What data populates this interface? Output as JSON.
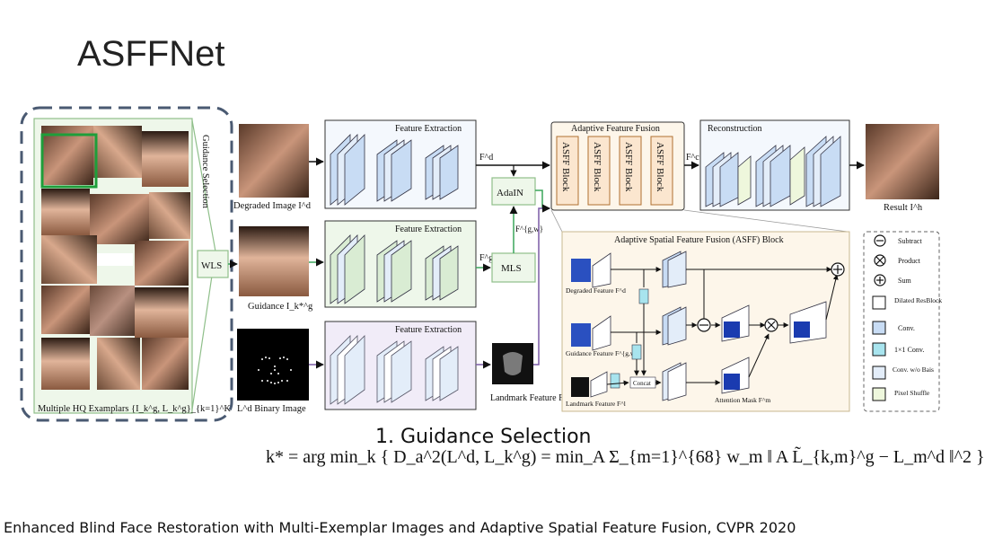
{
  "title": "ASFFNet",
  "exemplars": {
    "caption": "Multiple HQ Examplars {I_k^g, L_k^g}_{k=1}^K",
    "guidance_selection_label": "Guidance Selection",
    "wls_label": "WLS"
  },
  "inputs": {
    "degraded_caption": "Degraded Image I^d",
    "guidance_caption": "Guidance I_k*^g",
    "binary_caption": "L^d Binary Image",
    "landmark_caption": "Landmark Feature F^l"
  },
  "modules": {
    "feature_extraction": "Feature Extraction",
    "adain": "AdaIN",
    "mls": "MLS",
    "adaptive_feature_fusion": "Adaptive Feature Fusion",
    "asff_block": "ASFF Block",
    "reconstruction": "Reconstruction",
    "result_caption": "Result I^h"
  },
  "feature_labels": {
    "fd": "F^d",
    "fg": "F^g",
    "fg_w": "F^{g,w}",
    "fc": "F^c"
  },
  "asff_detail": {
    "title": "Adaptive Spatial Feature Fusion (ASFF) Block",
    "degraded_feature": "Degraded Feature F^d",
    "guidance_feature": "Guidance Feature F^{g,w}",
    "landmark_feature": "Landmark Feature F^l",
    "concat": "Concat",
    "attention_mask": "Attention Mask F^m"
  },
  "legend": [
    {
      "symbol": "⊖",
      "label": "Subtract"
    },
    {
      "symbol": "⊗",
      "label": "Product"
    },
    {
      "symbol": "⊕",
      "label": "Sum"
    },
    {
      "symbol": "cube",
      "label": "Dilated ResBlock"
    },
    {
      "symbol": "cube",
      "label": "Conv."
    },
    {
      "symbol": "cube",
      "label": "1×1 Conv."
    },
    {
      "symbol": "cube",
      "label": "Conv. w/o Bais"
    },
    {
      "symbol": "cube",
      "label": "Pixel Shuffle"
    }
  ],
  "section_heading": "1. Guidance Selection",
  "formula_text": "k* = arg min_k { D_a^2(L^d, L_k^g) = min_A Σ_{m=1}^{68} w_m ‖ A L̃_{k,m}^g − L_m^d ‖^2 }",
  "citation": "Enhanced Blind Face Restoration with Multi-Exemplar Images and Adaptive Spatial Feature Fusion, CVPR 2020",
  "colors": {
    "exemplar_border": "#4a5a72",
    "exemplar_bg": "#eef7ea",
    "highlight_green": "#1e9e3a",
    "blue_block": "#c8dcf4",
    "green_panel": "#eef7ea",
    "purple_panel": "#f1ecf8",
    "asff_panel": "#fdf6ea",
    "asff_block_fill": "#fbe6cf"
  }
}
